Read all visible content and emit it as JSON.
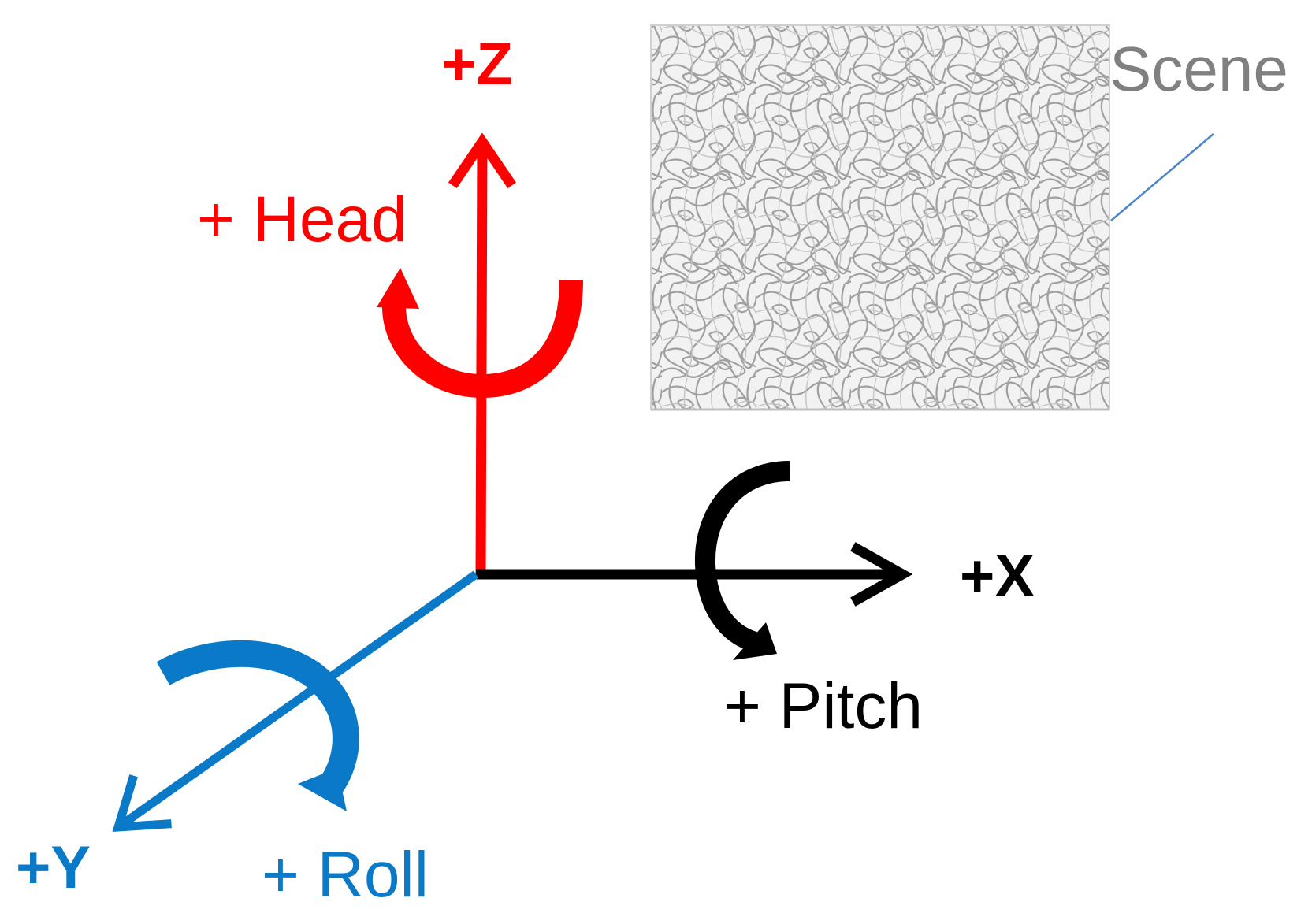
{
  "labels": {
    "z_axis": "+Z",
    "x_axis": "+X",
    "y_axis": "+Y",
    "head": "+ Head",
    "pitch": "+ Pitch",
    "roll": "+ Roll",
    "scene": "Scene"
  },
  "colors": {
    "z_axis": "#ff0000",
    "x_axis": "#000000",
    "y_axis": "#0a7ac8",
    "scene_label": "#808080",
    "scene_texture": "#9a9a9a",
    "leader_line": "#4a86c8"
  },
  "icons": {
    "head_rotation": "curved-arrow-icon",
    "pitch_rotation": "curved-arrow-icon",
    "roll_rotation": "curved-arrow-icon"
  }
}
